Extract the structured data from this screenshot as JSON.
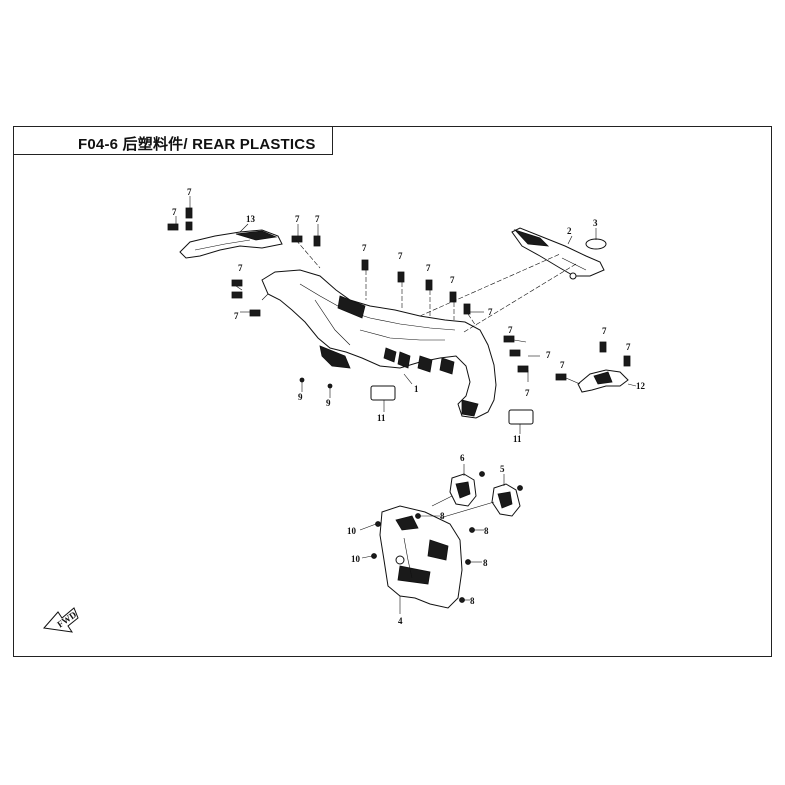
{
  "title": "F04-6 后塑料件/ REAR PLASTICS",
  "fwd_label": "FWD",
  "callouts": {
    "c1": "1",
    "c2": "2",
    "c3": "3",
    "c4": "4",
    "c5": "5",
    "c6": "6",
    "c7": "7",
    "c8": "8",
    "c9": "9",
    "c10": "10",
    "c11": "11",
    "c12": "12",
    "c13": "13"
  }
}
